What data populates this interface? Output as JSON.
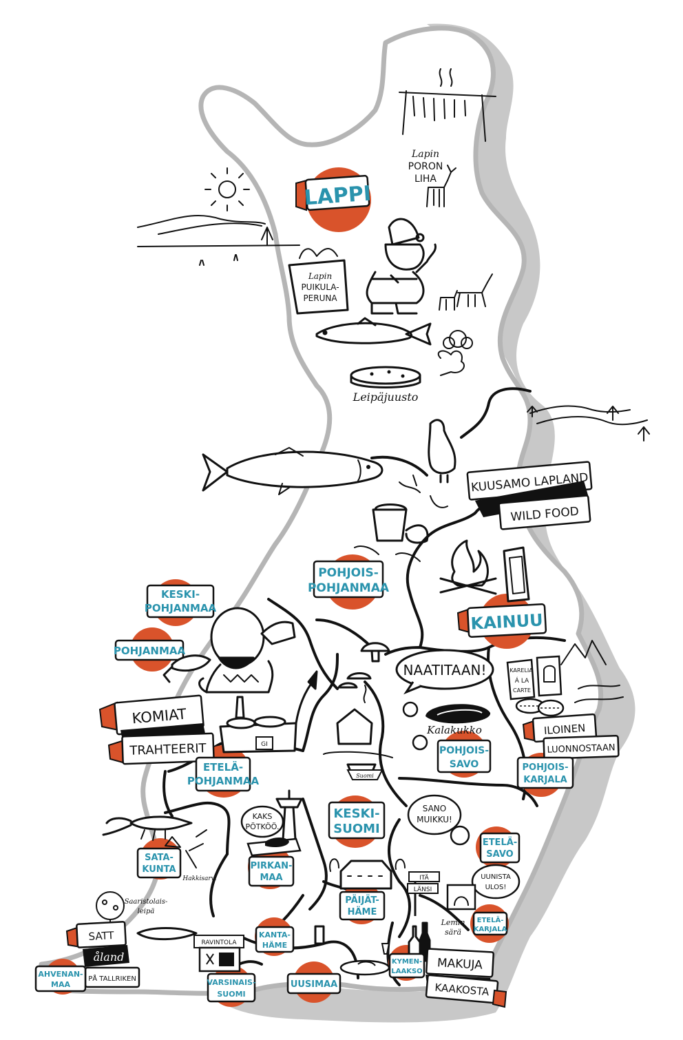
{
  "colors": {
    "accent": "#d9532b",
    "label": "#2a93ad",
    "ink": "#111111",
    "shadow": "#c8c8c8"
  },
  "regions": {
    "lappi": "LAPPI",
    "pohjois_pohjanmaa": [
      "POHJOIS-",
      "POHJANMAA"
    ],
    "kainuu": "KAINUU",
    "keski_pohjanmaa": [
      "KESKI-",
      "POHJANMAA"
    ],
    "pohjanmaa": "POHJANMAA",
    "etela_pohjanmaa": [
      "ETELÄ-",
      "POHJANMAA"
    ],
    "pohjois_savo": [
      "POHJOIS-",
      "SAVO"
    ],
    "pohjois_karjala": [
      "POHJOIS-",
      "KARJALA"
    ],
    "keski_suomi": [
      "KESKI-",
      "SUOMI"
    ],
    "etela_savo": [
      "ETELÄ-",
      "SAVO"
    ],
    "satakunta": [
      "SATA-",
      "KUNTA"
    ],
    "pirkanmaa": [
      "PIRKAN-",
      "MAA"
    ],
    "paijat_hame": [
      "PÄIJÄT-",
      "HÄME"
    ],
    "etela_karjala": [
      "ETELÄ-",
      "KARJALA"
    ],
    "kanta_hame": [
      "KANTA-",
      "HÄME"
    ],
    "kymenlaakso": [
      "KYMEN-",
      "LAAKSO"
    ],
    "ahvenanmaa": [
      "AHVENAN-",
      "MAA"
    ],
    "varsinais_suomi": [
      "VARSINAIS-",
      "SUOMI"
    ],
    "uusimaa": "UUSIMAA"
  },
  "banners": {
    "kuusamo_1": "KUUSAMO LAPLAND",
    "kuusamo_2": "WILD FOOD",
    "komiat_1": "KOMIAT",
    "komiat_2": "TRAHTEERIT",
    "iloinen_1": "ILOINEN",
    "iloinen_2": "LUONNOSTAAN",
    "satt_1": "SATT",
    "satt_2": "åland",
    "satt_3": "PÅ TALLRIKEN",
    "makuja_1": "MAKUJA",
    "makuja_2": "KAAKOSTA"
  },
  "bubbles": {
    "naatitaan": "NAATITAAN!",
    "kaks_1": "KAKS",
    "kaks_2": "PÖTKÖÖ.",
    "sano_1": "SANO",
    "sano_2": "MUIKKU!",
    "uunista_1": "UUNISTA",
    "uunista_2": "ULOS!"
  },
  "annotations": {
    "poron_1": "Lapin",
    "poron_2": "PORON",
    "poron_3": "LIHA",
    "puikula_1": "Lapin",
    "puikula_2": "PUIKULA-",
    "puikula_3": "PERUNA",
    "leipajuusto": "Leipäjuusto",
    "kalakukko": "Kalakukko",
    "saaristolais_1": "Saaristolais-",
    "saaristolais_2": "leipä",
    "lemin_1": "Lemin",
    "lemin_2": "särä",
    "karelia_1": "KARELIA",
    "karelia_2": "Á LA",
    "karelia_3": "CARTE",
    "ravintola": "RAVINTOLA",
    "ita": "ITÄ",
    "lansi": "LÄNSI",
    "gi": "GI",
    "suomi_boat": "Suomi",
    "hakkisarvi": "Hakkisarvi"
  }
}
